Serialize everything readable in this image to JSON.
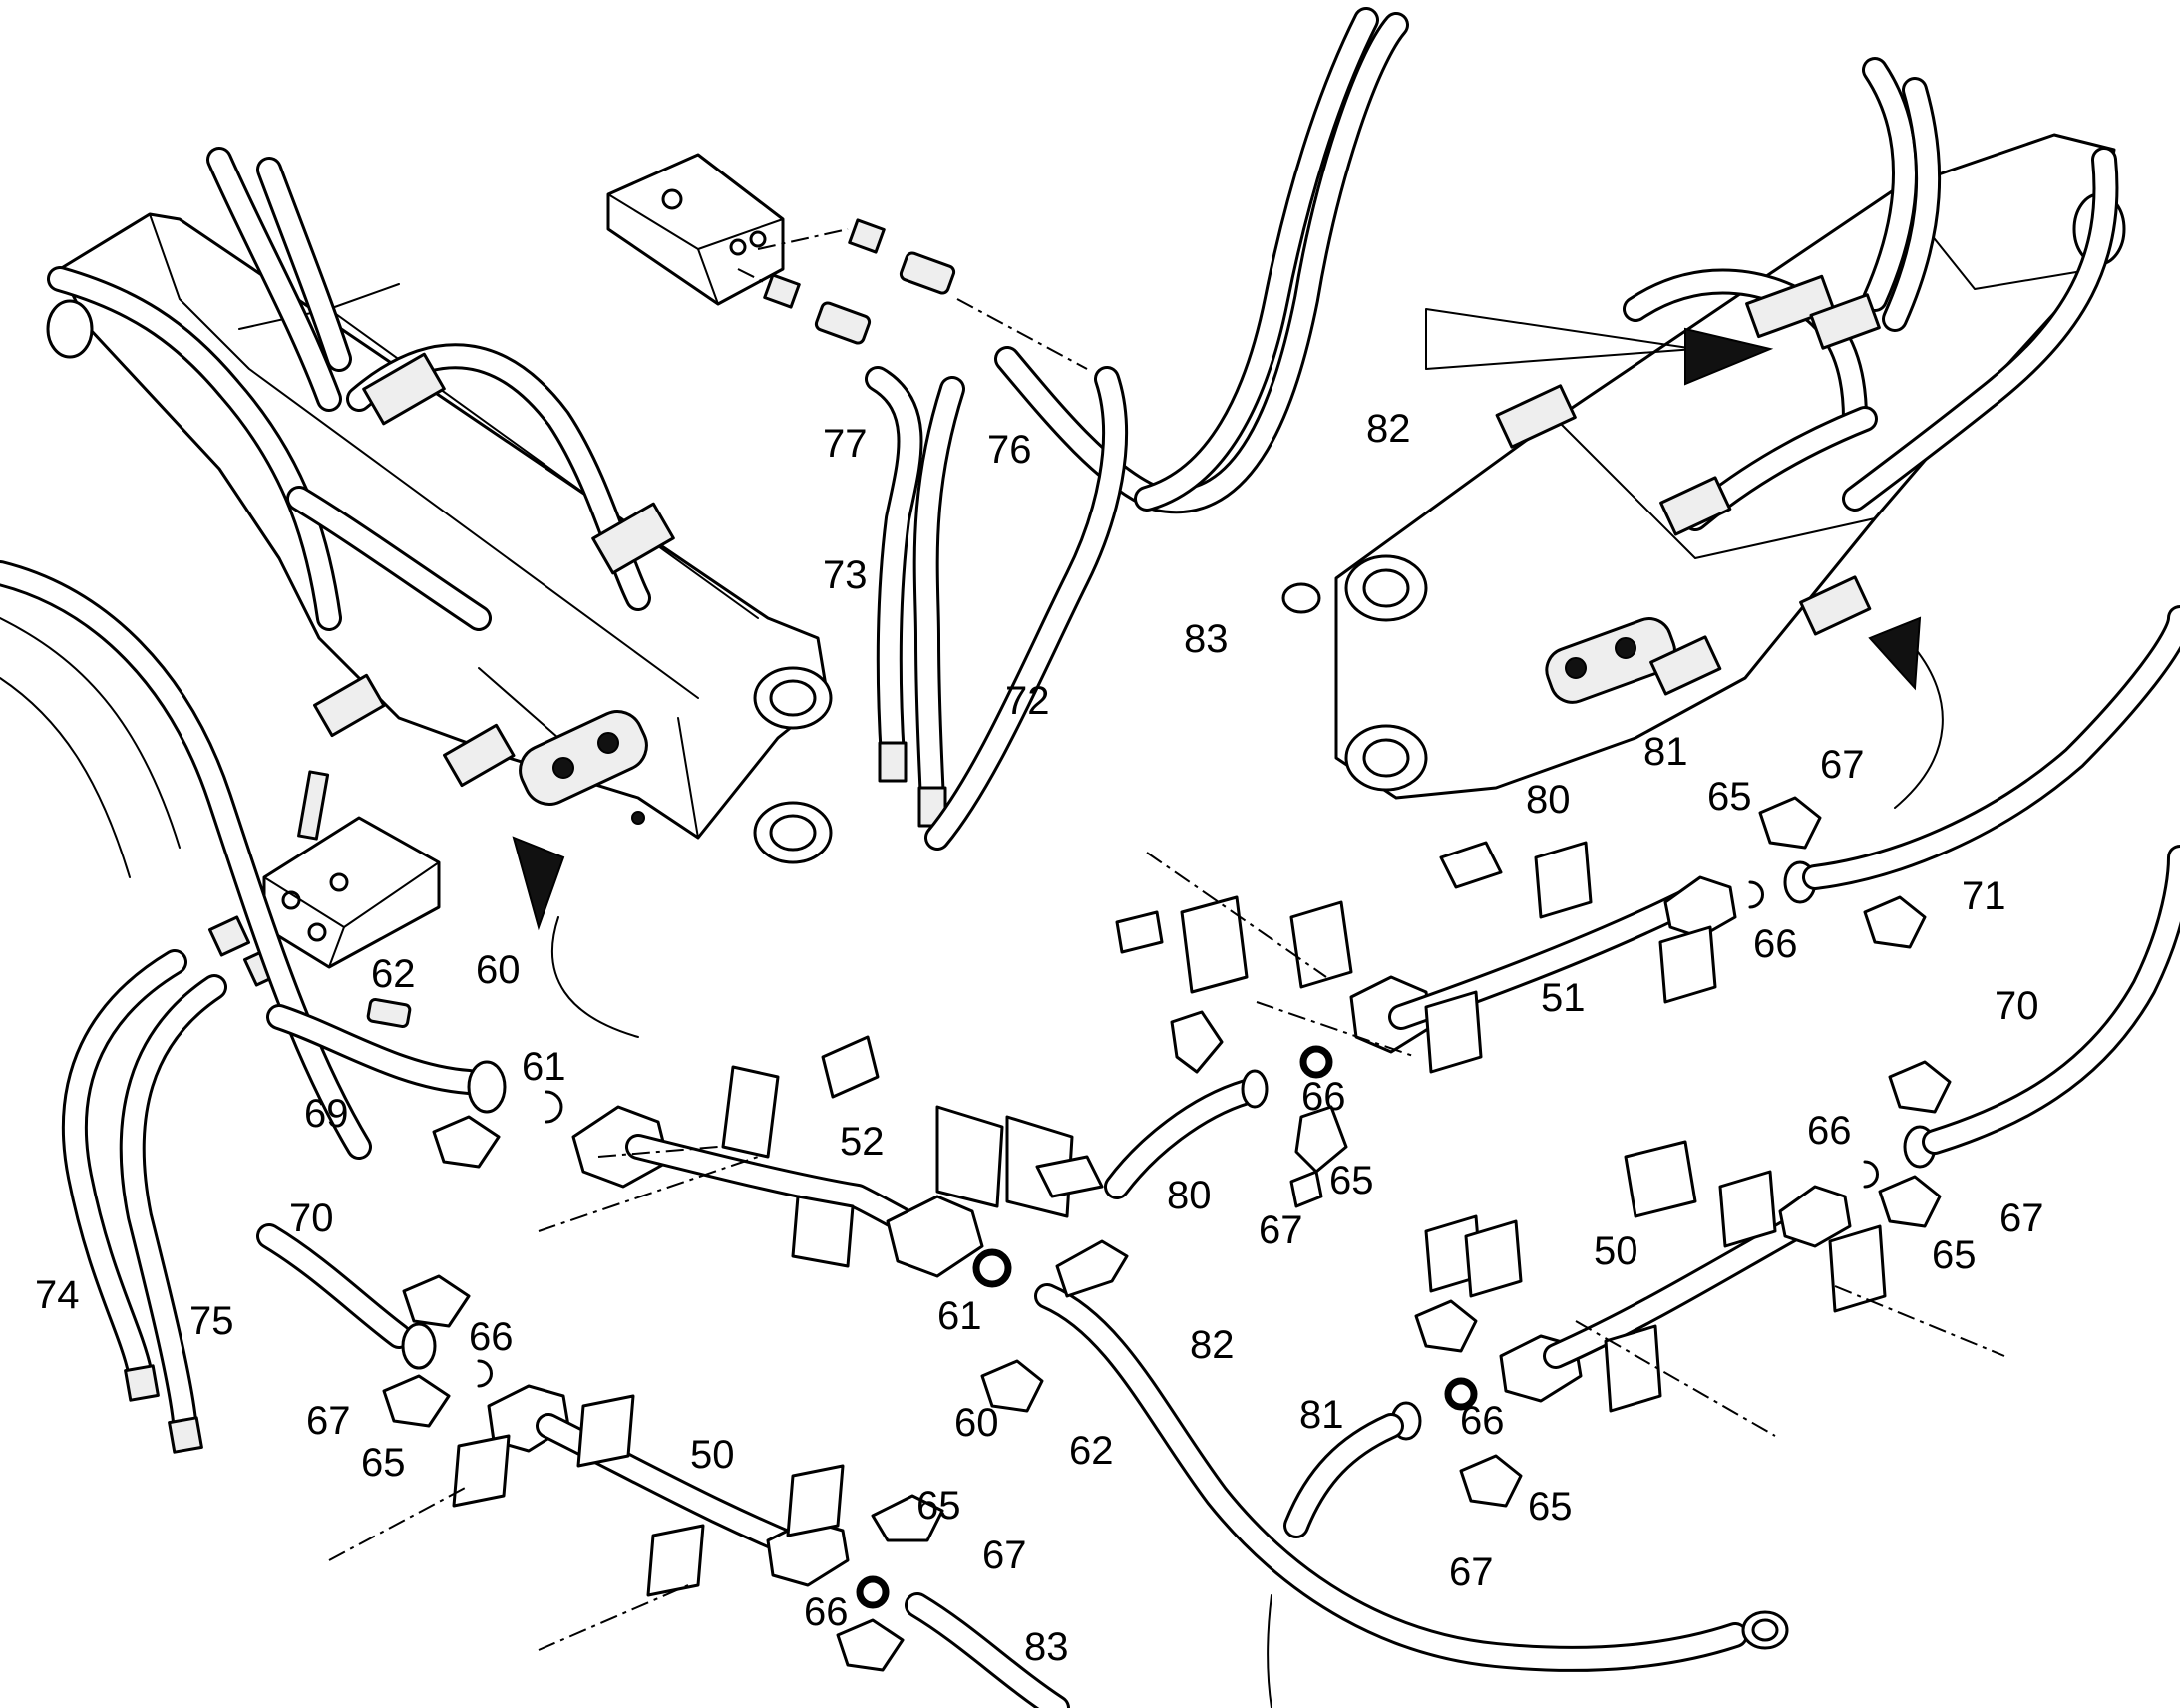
{
  "callouts": [
    {
      "text": "77"
    },
    {
      "text": "76"
    },
    {
      "text": "73"
    },
    {
      "text": "72"
    },
    {
      "text": "82"
    },
    {
      "text": "83"
    },
    {
      "text": "81"
    },
    {
      "text": "80"
    },
    {
      "text": "67"
    },
    {
      "text": "65"
    },
    {
      "text": "71"
    },
    {
      "text": "66"
    },
    {
      "text": "51"
    },
    {
      "text": "70"
    },
    {
      "text": "62"
    },
    {
      "text": "60"
    },
    {
      "text": "61"
    },
    {
      "text": "69"
    },
    {
      "text": "52"
    },
    {
      "text": "66"
    },
    {
      "text": "80"
    },
    {
      "text": "65"
    },
    {
      "text": "67"
    },
    {
      "text": "66"
    },
    {
      "text": "67"
    },
    {
      "text": "65"
    },
    {
      "text": "70"
    },
    {
      "text": "61"
    },
    {
      "text": "82"
    },
    {
      "text": "50"
    },
    {
      "text": "74"
    },
    {
      "text": "75"
    },
    {
      "text": "66"
    },
    {
      "text": "67"
    },
    {
      "text": "65"
    },
    {
      "text": "50"
    },
    {
      "text": "60"
    },
    {
      "text": "62"
    },
    {
      "text": "81"
    },
    {
      "text": "66"
    },
    {
      "text": "65"
    },
    {
      "text": "67"
    },
    {
      "text": "65"
    },
    {
      "text": "67"
    },
    {
      "text": "66"
    },
    {
      "text": "83"
    }
  ]
}
